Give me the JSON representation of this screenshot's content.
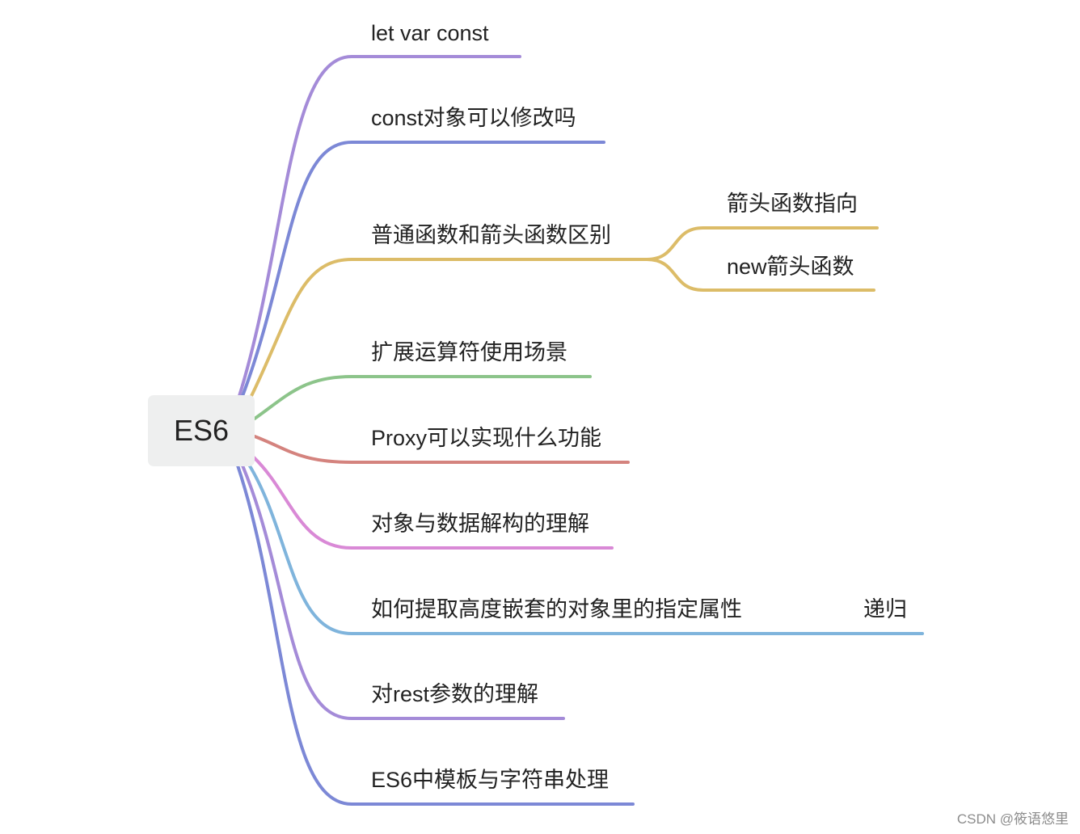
{
  "root": {
    "label": "ES6"
  },
  "branches": [
    {
      "label": "let var const",
      "color": "#a48bd8"
    },
    {
      "label": "const对象可以修改吗",
      "color": "#7c88d6"
    },
    {
      "label": "普通函数和箭头函数区别",
      "color": "#dcbc68",
      "children": [
        {
          "label": "箭头函数指向"
        },
        {
          "label": "new箭头函数"
        }
      ]
    },
    {
      "label": "扩展运算符使用场景",
      "color": "#8cc48a"
    },
    {
      "label": "Proxy可以实现什么功能",
      "color": "#d4837e"
    },
    {
      "label": "对象与数据解构的理解",
      "color": "#d989d6"
    },
    {
      "label": "如何提取高度嵌套的对象里的指定属性",
      "color": "#7fb4dc",
      "children": [
        {
          "label": "递归"
        }
      ]
    },
    {
      "label": "对rest参数的理解",
      "color": "#a48bd8"
    },
    {
      "label": "ES6中模板与字符串处理",
      "color": "#7c88d6"
    }
  ],
  "watermark": "CSDN @筱语悠里"
}
